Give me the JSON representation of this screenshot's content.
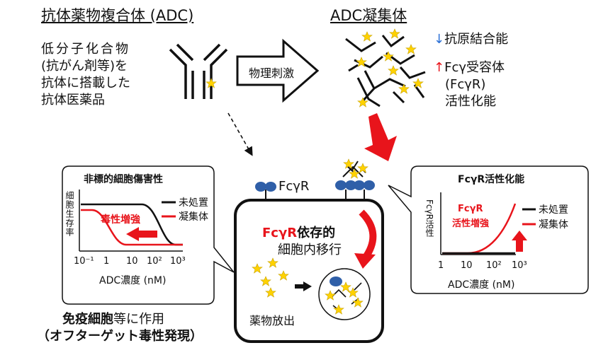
{
  "titles": {
    "left": "抗体薬物複合体 (ADC)",
    "right": "ADC凝集体"
  },
  "adc_description": [
    "低分子化合物",
    "(抗がん剤等)を",
    "抗体に搭載した",
    "抗体医薬品"
  ],
  "arrow_label": "物理刺激",
  "effects": {
    "down_arrow": "↓",
    "down_text": "抗原結合能",
    "up_arrow": "↑",
    "up_lines": [
      "Fcγ受容体",
      "(FcγR)",
      "活性化能"
    ]
  },
  "receptor_label": "FcγR",
  "cell": {
    "heading_red": "FcγR",
    "heading_black": "依存的",
    "heading_sub": "細胞内移行",
    "release": "薬物放出"
  },
  "left_panel": {
    "title": "非標的細胞傷害性",
    "ylabel": "細胞生存率",
    "xlabel": "ADC濃度 (nM)",
    "ticks": [
      "10⁻¹",
      "1",
      "10",
      "10²",
      "10³"
    ],
    "annotation": "毒性増強",
    "legend": [
      "未処置",
      "凝集体"
    ]
  },
  "right_panel": {
    "title": "FcγR活性化能",
    "ylabel": "FcγR活性",
    "xlabel": "ADC濃度 (nM)",
    "ticks": [
      "1",
      "10",
      "10²",
      "10³"
    ],
    "annotation": [
      "FcγR",
      "活性増強"
    ],
    "legend": [
      "未処置",
      "凝集体"
    ]
  },
  "bottom": {
    "line1_bold": "免疫細胞",
    "line1_rest": "等に作用",
    "line2": "（オフターゲット毒性発現）"
  },
  "colors": {
    "red": "#e8141b",
    "blue": "#2a6fd6",
    "receptor": "#2f5fa8",
    "payload": "#ffd200"
  }
}
